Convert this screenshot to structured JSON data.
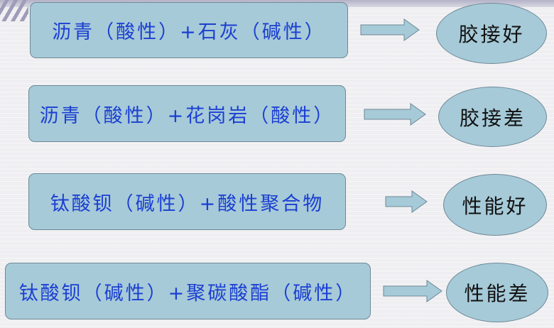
{
  "rows": [
    {
      "left": "沥青（酸性）+石灰（碱性）",
      "right": "胶接好"
    },
    {
      "left": "沥青（酸性）+花岗岩（酸性）",
      "right": "胶接差"
    },
    {
      "left": "钛酸钡（碱性）+酸性聚合物",
      "right": "性能好"
    },
    {
      "left": "钛酸钡（碱性）+聚碳酸酯（碱性）",
      "right": "性能差"
    }
  ],
  "colors": {
    "box": "#a6cad8",
    "text": "#1c3fd2"
  }
}
